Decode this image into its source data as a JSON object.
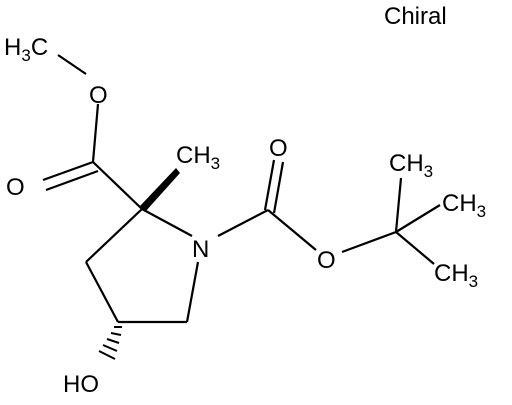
{
  "structure": {
    "chiral_flag": "Chiral",
    "atoms": {
      "methyl_ester_ch3": {
        "main": "H",
        "sub": "3",
        "tail": "C"
      },
      "ester_o": "O",
      "ester_carbonyl_o": "O",
      "alpha_methyl": {
        "main": "CH",
        "sub": "3"
      },
      "ring_n": "N",
      "boc_carbonyl_o": "O",
      "boc_ether_o": "O",
      "tbu_ch3_top": {
        "main": "CH",
        "sub": "3"
      },
      "tbu_ch3_right": {
        "main": "CH",
        "sub": "3"
      },
      "tbu_ch3_bottom": {
        "main": "CH",
        "sub": "3"
      },
      "hydroxyl": "HO"
    }
  },
  "colors": {
    "ink": "#000000",
    "background": "#ffffff"
  }
}
